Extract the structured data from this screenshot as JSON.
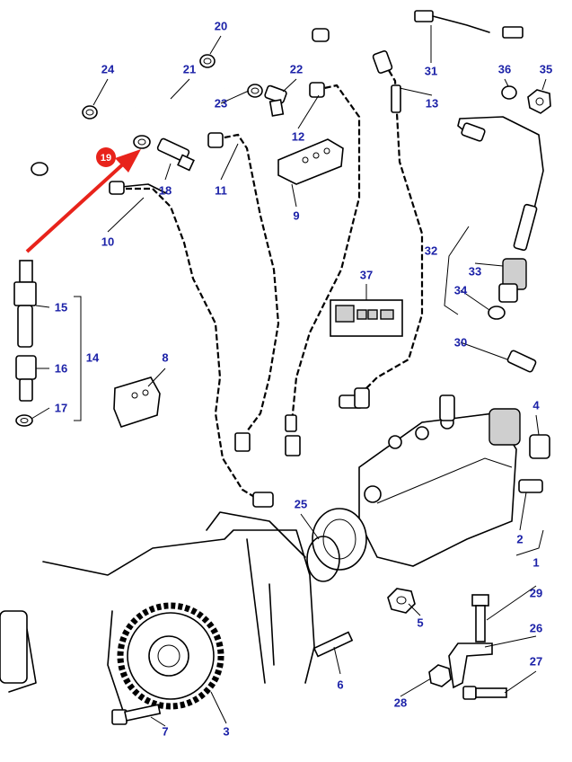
{
  "diagram": {
    "type": "exploded parts diagram - fuel injection pump assembly",
    "highlight_color": "#e8231b",
    "label_color": "#1c22a8",
    "highlighted_part": "19",
    "labels": [
      "20",
      "24",
      "21",
      "22",
      "31",
      "36",
      "35",
      "23",
      "13",
      "12",
      "18",
      "11",
      "9",
      "10",
      "32",
      "33",
      "37",
      "34",
      "15",
      "30",
      "14",
      "16",
      "8",
      "17",
      "4",
      "2",
      "25",
      "1",
      "29",
      "5",
      "26",
      "27",
      "6",
      "28",
      "7",
      "3"
    ]
  }
}
